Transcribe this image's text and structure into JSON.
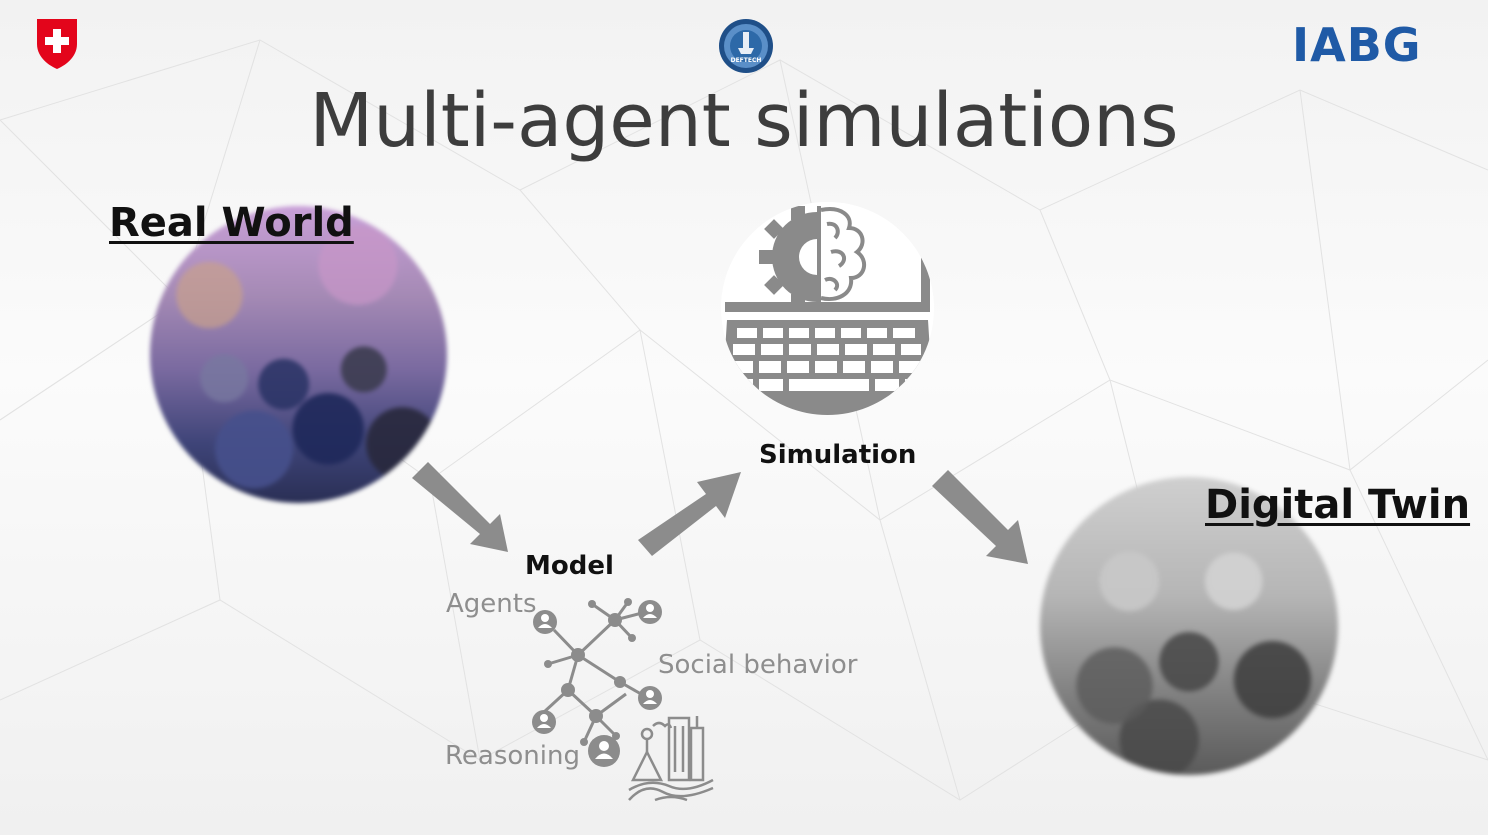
{
  "title": "Multi-agent simulations",
  "logos": {
    "left": {
      "icon": "swiss-cross-shield-icon",
      "color": "#e3051b"
    },
    "center": {
      "icon": "deftech-badge-icon",
      "text": "DEFTECH",
      "color": "#1f4f88"
    },
    "right": {
      "text": "IABG",
      "color": "#1f5aa6"
    }
  },
  "stages": {
    "real_world": "Real World",
    "model": "Model",
    "simulation": "Simulation",
    "digital_twin": "Digital Twin"
  },
  "model_components": {
    "agents": "Agents",
    "social_behavior": "Social behavior",
    "reasoning": "Reasoning"
  },
  "icons": {
    "real_world_image": "crowd-photo",
    "simulation_icon": "laptop-gear-brain-icon",
    "model_icon": "agent-network-icon",
    "environment_icon": "city-environment-icon",
    "digital_twin_image": "crowd-photo-grayscale"
  },
  "colors": {
    "arrow": "#8c8c8c",
    "icon_gray": "#8c8c8c"
  }
}
